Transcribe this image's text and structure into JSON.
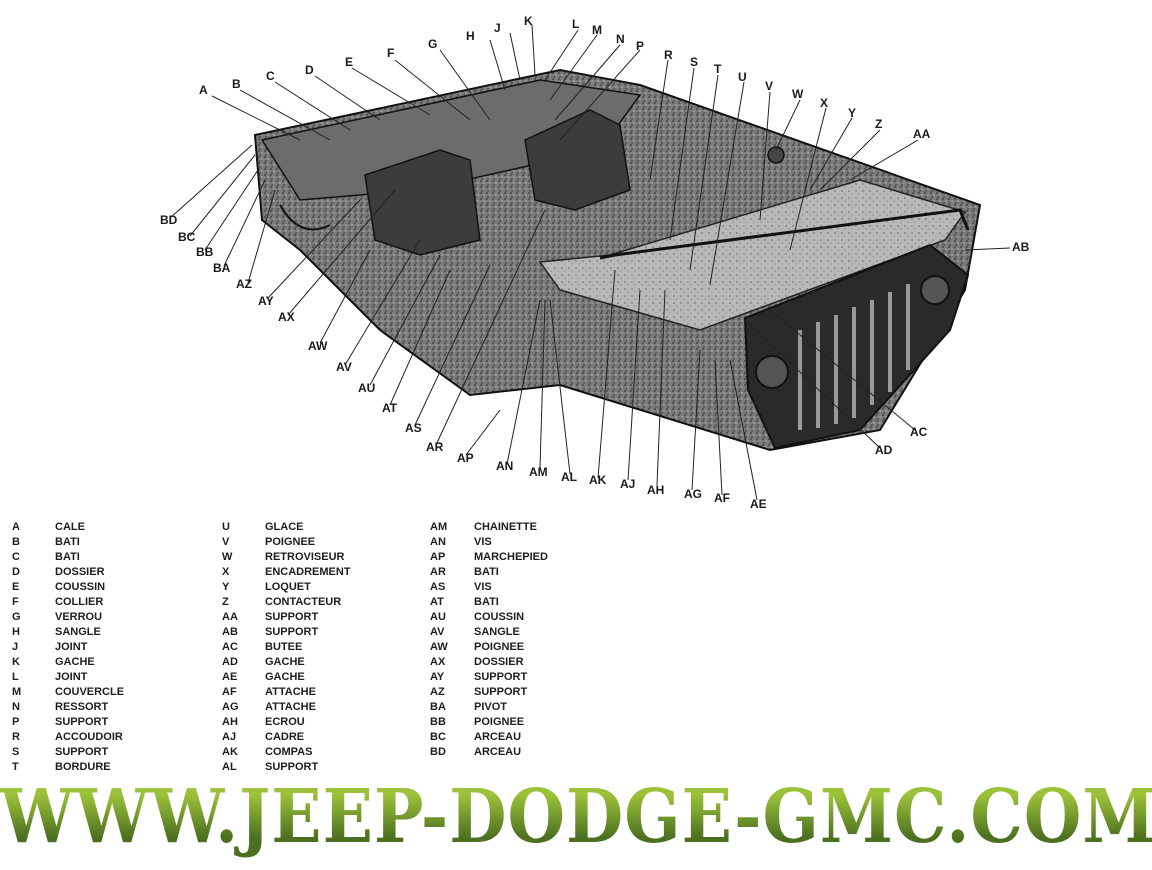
{
  "callouts": [
    "A",
    "B",
    "C",
    "D",
    "E",
    "F",
    "G",
    "H",
    "J",
    "K",
    "L",
    "M",
    "N",
    "P",
    "R",
    "S",
    "T",
    "U",
    "V",
    "W",
    "X",
    "Y",
    "Z",
    "AA",
    "AB",
    "AC",
    "AD",
    "AE",
    "AF",
    "AG",
    "AH",
    "AJ",
    "AK",
    "AL",
    "AM",
    "AN",
    "AP",
    "AR",
    "AS",
    "AT",
    "AU",
    "AV",
    "AW",
    "AX",
    "AY",
    "AZ",
    "BA",
    "BB",
    "BC",
    "BD"
  ],
  "legend": {
    "columns": [
      [
        {
          "key": "A",
          "label": "CALE"
        },
        {
          "key": "B",
          "label": "BATI"
        },
        {
          "key": "C",
          "label": "BATI"
        },
        {
          "key": "D",
          "label": "DOSSIER"
        },
        {
          "key": "E",
          "label": "COUSSIN"
        },
        {
          "key": "F",
          "label": "COLLIER"
        },
        {
          "key": "G",
          "label": "VERROU"
        },
        {
          "key": "H",
          "label": "SANGLE"
        },
        {
          "key": "J",
          "label": "JOINT"
        },
        {
          "key": "K",
          "label": "GACHE"
        },
        {
          "key": "L",
          "label": "JOINT"
        },
        {
          "key": "M",
          "label": "COUVERCLE"
        },
        {
          "key": "N",
          "label": "RESSORT"
        },
        {
          "key": "P",
          "label": "SUPPORT"
        },
        {
          "key": "R",
          "label": "ACCOUDOIR"
        },
        {
          "key": "S",
          "label": "SUPPORT"
        },
        {
          "key": "T",
          "label": "BORDURE"
        }
      ],
      [
        {
          "key": "U",
          "label": "GLACE"
        },
        {
          "key": "V",
          "label": "POIGNEE"
        },
        {
          "key": "W",
          "label": "RETROVISEUR"
        },
        {
          "key": "X",
          "label": "ENCADREMENT"
        },
        {
          "key": "Y",
          "label": "LOQUET"
        },
        {
          "key": "Z",
          "label": "CONTACTEUR"
        },
        {
          "key": "AA",
          "label": "SUPPORT"
        },
        {
          "key": "AB",
          "label": "SUPPORT"
        },
        {
          "key": "AC",
          "label": "BUTEE"
        },
        {
          "key": "AD",
          "label": "GACHE"
        },
        {
          "key": "AE",
          "label": "GACHE"
        },
        {
          "key": "AF",
          "label": "ATTACHE"
        },
        {
          "key": "AG",
          "label": "ATTACHE"
        },
        {
          "key": "AH",
          "label": "ECROU"
        },
        {
          "key": "AJ",
          "label": "CADRE"
        },
        {
          "key": "AK",
          "label": "COMPAS"
        },
        {
          "key": "AL",
          "label": "SUPPORT"
        }
      ],
      [
        {
          "key": "AM",
          "label": "CHAINETTE"
        },
        {
          "key": "AN",
          "label": "VIS"
        },
        {
          "key": "AP",
          "label": "MARCHEPIED"
        },
        {
          "key": "AR",
          "label": "BATI"
        },
        {
          "key": "AS",
          "label": "VIS"
        },
        {
          "key": "AT",
          "label": "BATI"
        },
        {
          "key": "AU",
          "label": "COUSSIN"
        },
        {
          "key": "AV",
          "label": "SANGLE"
        },
        {
          "key": "AW",
          "label": "POIGNEE"
        },
        {
          "key": "AX",
          "label": "DOSSIER"
        },
        {
          "key": "AY",
          "label": "SUPPORT"
        },
        {
          "key": "AZ",
          "label": "SUPPORT"
        },
        {
          "key": "BA",
          "label": "PIVOT"
        },
        {
          "key": "BB",
          "label": "POIGNEE"
        },
        {
          "key": "BC",
          "label": "ARCEAU"
        },
        {
          "key": "BD",
          "label": "ARCEAU"
        }
      ]
    ]
  },
  "footer": {
    "url": "WWW.JEEP-DODGE-GMC.COM",
    "color_top": "#9cc23a",
    "color_bottom": "#4d7020"
  }
}
